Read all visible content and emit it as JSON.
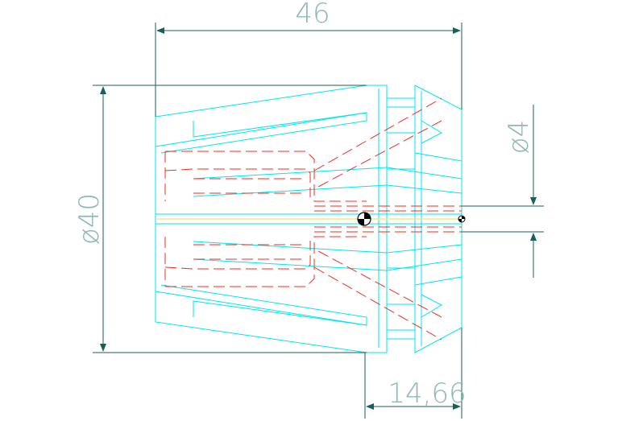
{
  "drawing": {
    "colors": {
      "outline": "#00e5ee",
      "hidden": "#e8302a",
      "dimension": "#1a5f5a",
      "centerline": "#f0e68c",
      "text": "#8fb8b4"
    },
    "dimensions": {
      "overall_length": "46",
      "outer_diameter": "ø40",
      "bore_diameter": "ø4",
      "front_length": "14,66"
    }
  }
}
